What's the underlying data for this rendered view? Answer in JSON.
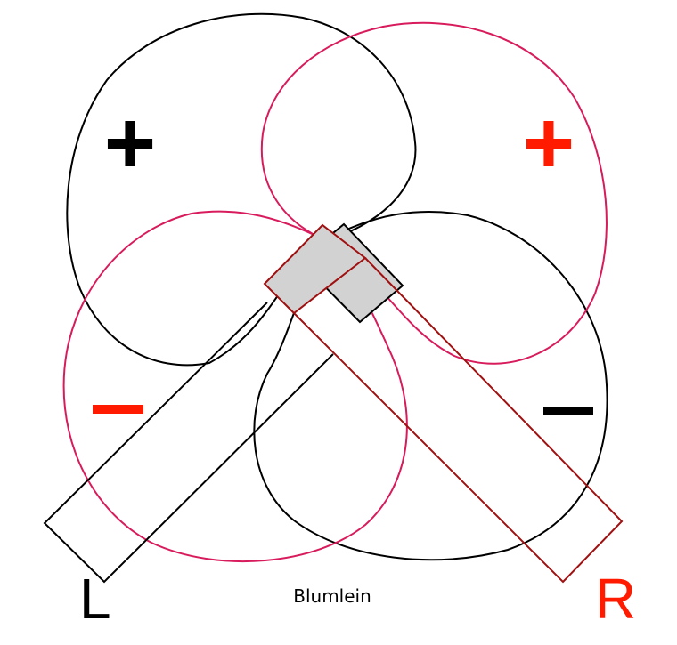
{
  "colors": {
    "left_channel": "#000000",
    "right_lobe": "#d81b5c",
    "right_mic_outline": "#a01010",
    "right_sign": "#ff1a00",
    "capsule_fill": "#d2d2d2"
  },
  "labels": {
    "left_plus": "+",
    "right_plus": "+",
    "left_minus": "−",
    "right_minus": "−",
    "left_channel": "L",
    "right_channel": "R",
    "caption": "Blumlein"
  }
}
